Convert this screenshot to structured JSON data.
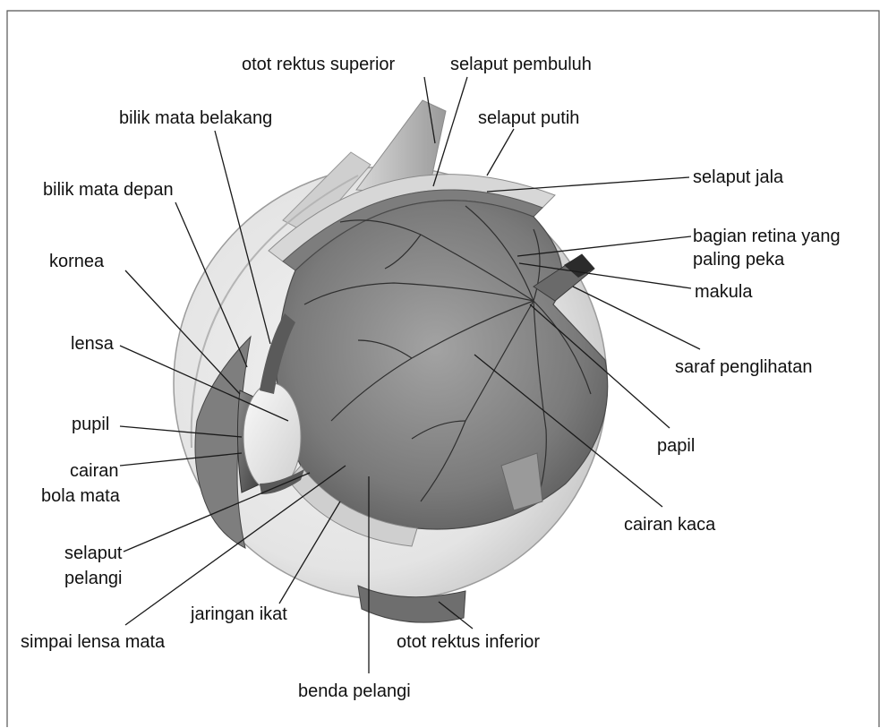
{
  "diagram": {
    "labels": {
      "otot_rektus_superior": "otot rektus superior",
      "selaput_pembuluh": "selaput pembuluh",
      "bilik_mata_belakang": "bilik mata belakang",
      "selaput_putih": "selaput putih",
      "selaput_jala": "selaput jala",
      "bilik_mata_depan": "bilik mata depan",
      "bagian_retina_1": "bagian retina yang",
      "bagian_retina_2": "paling peka",
      "kornea": "kornea",
      "makula": "makula",
      "lensa": "lensa",
      "saraf_penglihatan": "saraf penglihatan",
      "pupil": "pupil",
      "papil": "papil",
      "cairan_1": "cairan",
      "cairan_2": "bola mata",
      "cairan_kaca": "cairan kaca",
      "selaput_pelangi_1": "selaput",
      "selaput_pelangi_2": "pelangi",
      "jaringan_ikat": "jaringan ikat",
      "simpai_lensa_mata": "simpai lensa mata",
      "otot_rektus_inferior": "otot rektus inferior",
      "benda_pelangi": "benda pelangi"
    }
  }
}
